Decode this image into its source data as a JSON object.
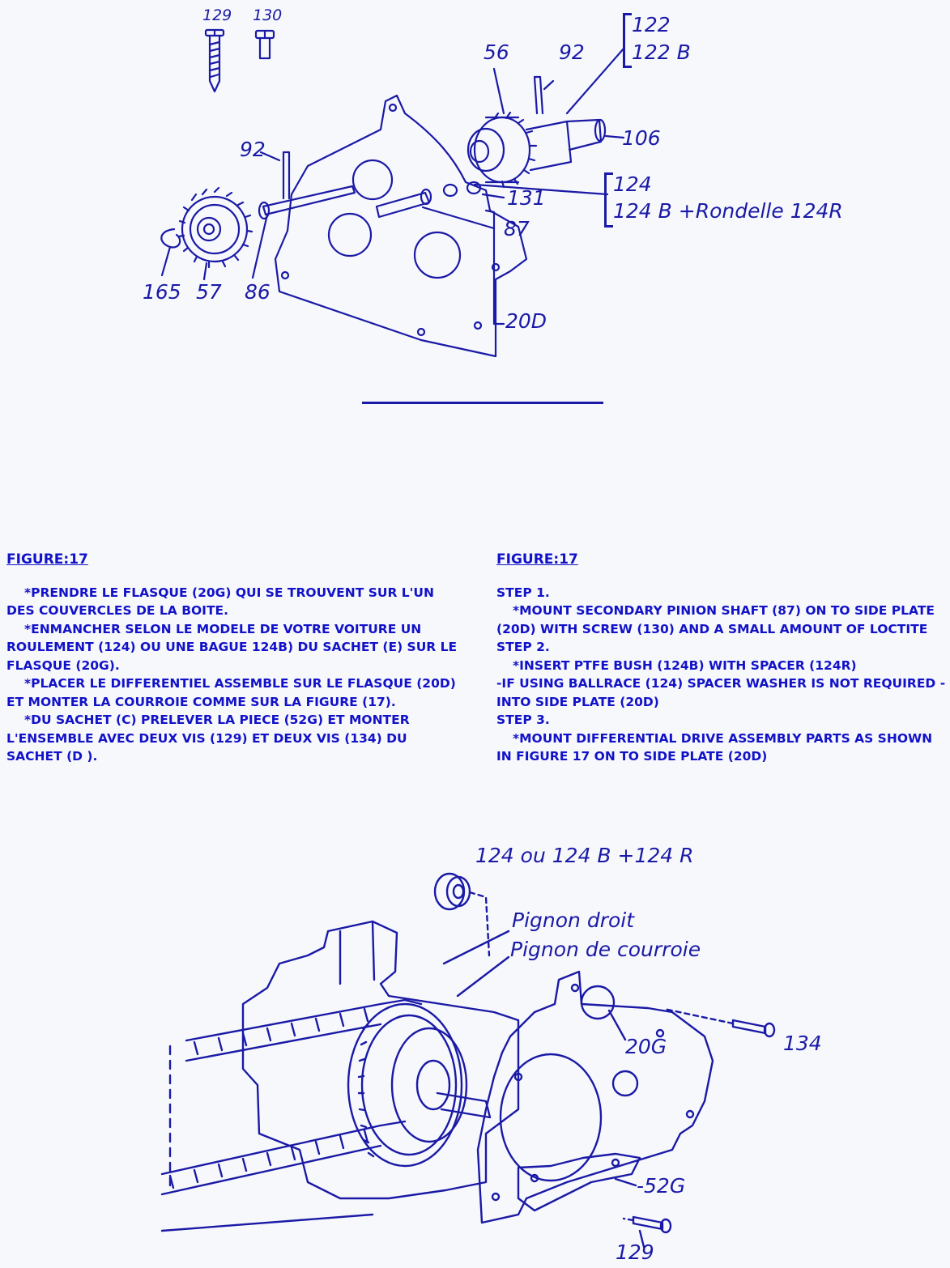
{
  "top_diagram": {
    "labels": {
      "p129": "129",
      "p130": "130",
      "p122": "122",
      "p122b": "122 B",
      "p56": "56",
      "p92a": "92",
      "p92b": "92",
      "p106": "106",
      "p131": "131",
      "p124": "124",
      "p124b": "124 B +Rondelle 124R",
      "p87": "87",
      "p165": "165",
      "p57": "57",
      "p86": "86",
      "p20d": "20D"
    }
  },
  "left_column": {
    "title": "FIGURE:17",
    "paragraphs": [
      "*PRENDRE LE FLASQUE (20G) QUI SE TROUVENT SUR L'UN DES COUVERCLES DE LA BOITE.",
      "*ENMANCHER SELON LE MODELE DE VOTRE VOITURE UN ROULEMENT (124) OU UNE BAGUE 124B) DU SACHET (E) SUR LE FLASQUE (20G).",
      "*PLACER LE DIFFERENTIEL ASSEMBLE SUR LE FLASQUE (20D) ET MONTER LA COURROIE COMME SUR LA FIGURE (17).",
      "*DU SACHET (C) PRELEVER LA PIECE (52G) ET MONTER L'ENSEMBLE AVEC DEUX  VIS (129) ET DEUX VIS (134) DU SACHET (D )."
    ]
  },
  "right_column": {
    "title": "FIGURE:17",
    "lines": [
      "STEP 1.",
      "*MOUNT SECONDARY PINION SHAFT (87) ON TO SIDE PLATE (20D) WITH SCREW (130) AND A SMALL AMOUNT OF LOCTITE",
      "STEP 2.",
      "*INSERT PTFE BUSH (124B) WITH SPACER (124R)",
      "-IF USING BALLRACE (124) SPACER WASHER IS NOT REQUIRED - INTO SIDE PLATE (20D)",
      "STEP 3.",
      "*MOUNT DIFFERENTIAL DRIVE ASSEMBLY PARTS AS SHOWN IN FIGURE 17 ON TO SIDE PLATE (20D)"
    ]
  },
  "bottom_diagram": {
    "labels": {
      "bearing": "124 ou 124 B +124 R",
      "pignon_droit": "Pignon droit",
      "pignon_courroie": "Pignon de courroie",
      "p20g": "20G",
      "p134": "134",
      "p52g": "-52G",
      "p129": "129"
    }
  },
  "colors": {
    "ink": "#1a1aa6",
    "paper": "#f7f8fc"
  }
}
